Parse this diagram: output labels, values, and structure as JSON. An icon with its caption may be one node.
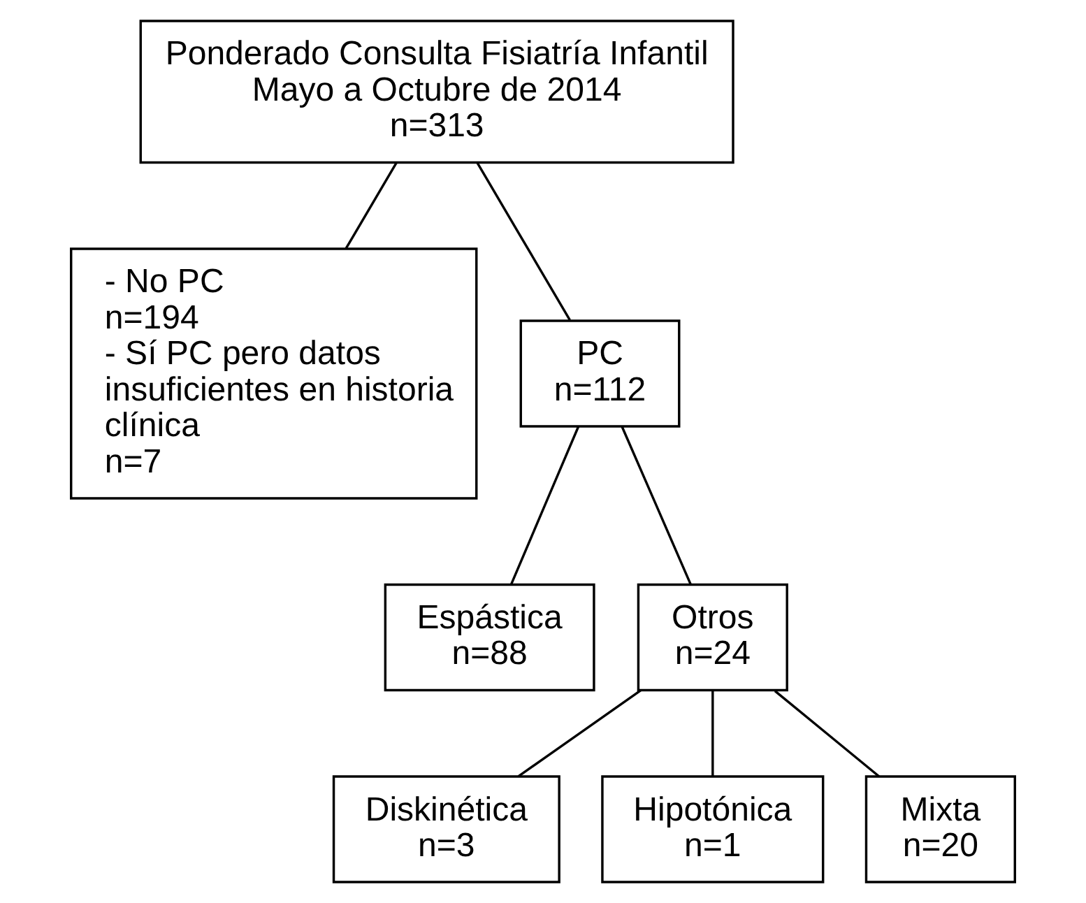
{
  "diagram": {
    "nodes": [
      {
        "text": [
          "Ponderado Consulta Fisiatría Infantil Mayo a Octubre de 2014",
          "n=313"
        ]
      },
      {
        "text": [
          "- No PC",
          "n=194",
          "- Sí PC pero datos insuficientes en historia clínica",
          "n=7"
        ]
      },
      {
        "text": [
          "PC",
          "n=112"
        ]
      },
      {
        "text": [
          "Espástica",
          "n=88"
        ]
      },
      {
        "text": [
          "Otros",
          "n=24"
        ]
      },
      {
        "text": [
          "Diskinética",
          "n=3"
        ]
      },
      {
        "text": [
          "Hipotónica",
          "n=1"
        ]
      },
      {
        "text": [
          "Mixta",
          "n=20"
        ]
      }
    ],
    "edges": [
      {
        "from": 0,
        "to": 1,
        "arrow": "none"
      },
      {
        "from": 0,
        "to": 2,
        "arrow": "none"
      },
      {
        "from": 2,
        "to": 3,
        "arrow": "none"
      },
      {
        "from": 2,
        "to": 4,
        "arrow": "none"
      },
      {
        "from": 4,
        "to": 5,
        "arrow": "none"
      },
      {
        "from": 4,
        "to": 6,
        "arrow": "none"
      },
      {
        "from": 4,
        "to": 7,
        "arrow": "none"
      }
    ]
  }
}
